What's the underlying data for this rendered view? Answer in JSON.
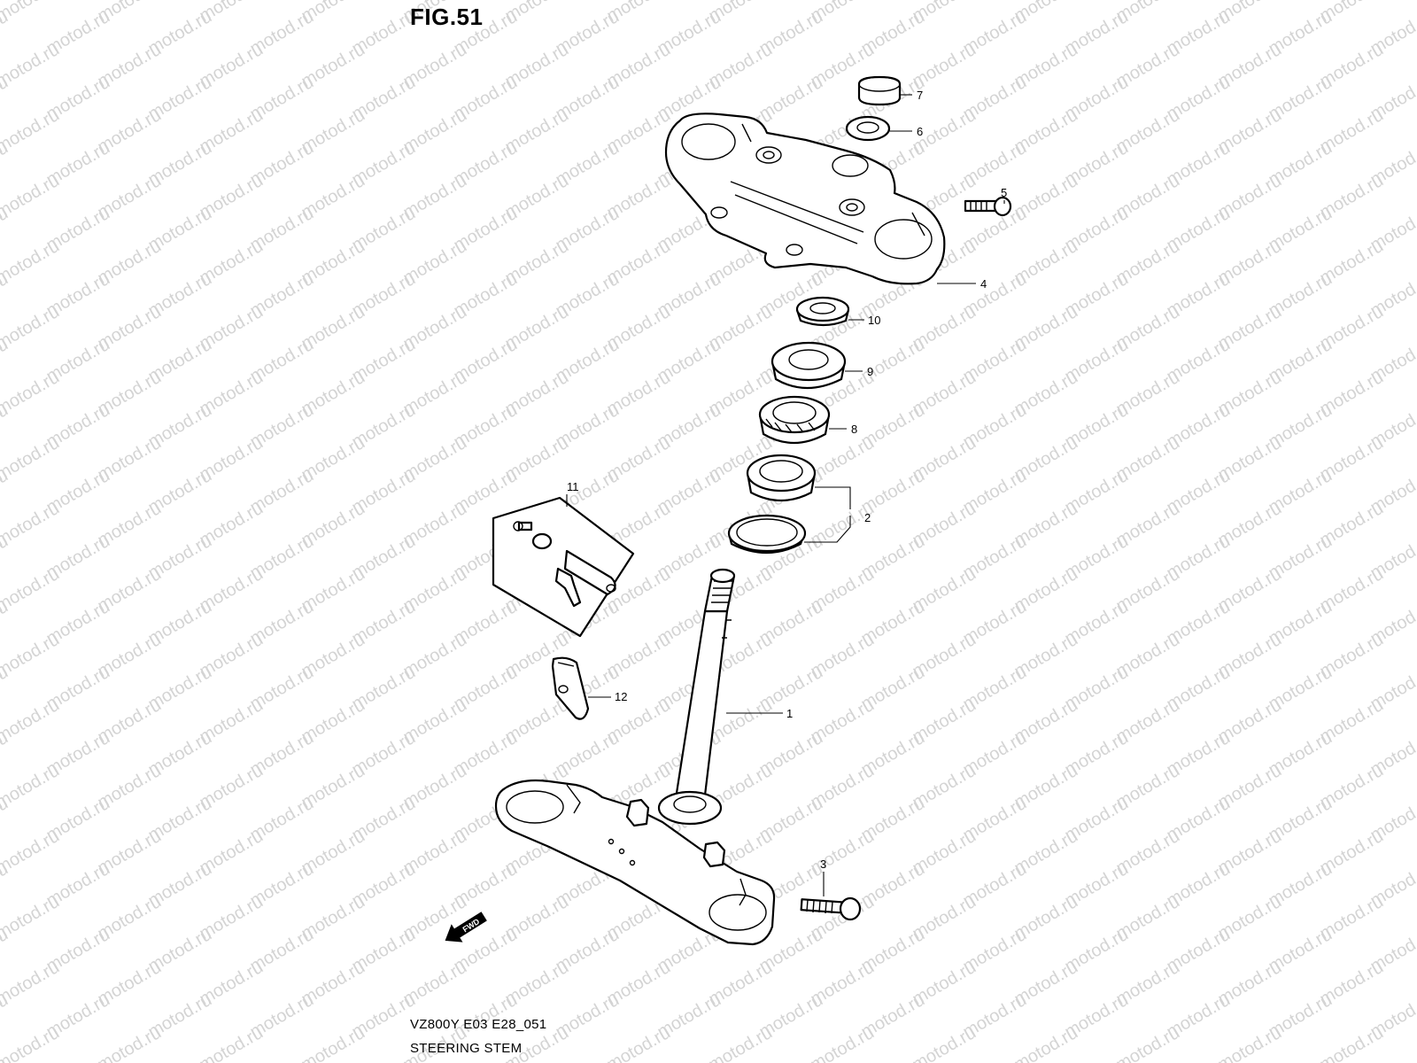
{
  "figure": {
    "title": "FIG.51",
    "model_code": "VZ800Y E03 E28_051",
    "section": "STEERING STEM"
  },
  "watermark": {
    "text": "motod.ru",
    "color": "#d4d4d4"
  },
  "callouts": [
    {
      "id": "1",
      "label": "1"
    },
    {
      "id": "2",
      "label": "2"
    },
    {
      "id": "3",
      "label": "3"
    },
    {
      "id": "4",
      "label": "4"
    },
    {
      "id": "5",
      "label": "5"
    },
    {
      "id": "6",
      "label": "6"
    },
    {
      "id": "7",
      "label": "7"
    },
    {
      "id": "8",
      "label": "8"
    },
    {
      "id": "9",
      "label": "9"
    },
    {
      "id": "10",
      "label": "10"
    },
    {
      "id": "11",
      "label": "11"
    },
    {
      "id": "12",
      "label": "12"
    }
  ],
  "fwd_arrow": {
    "text": "FWD",
    "icon": "fwd-arrow-icon"
  }
}
